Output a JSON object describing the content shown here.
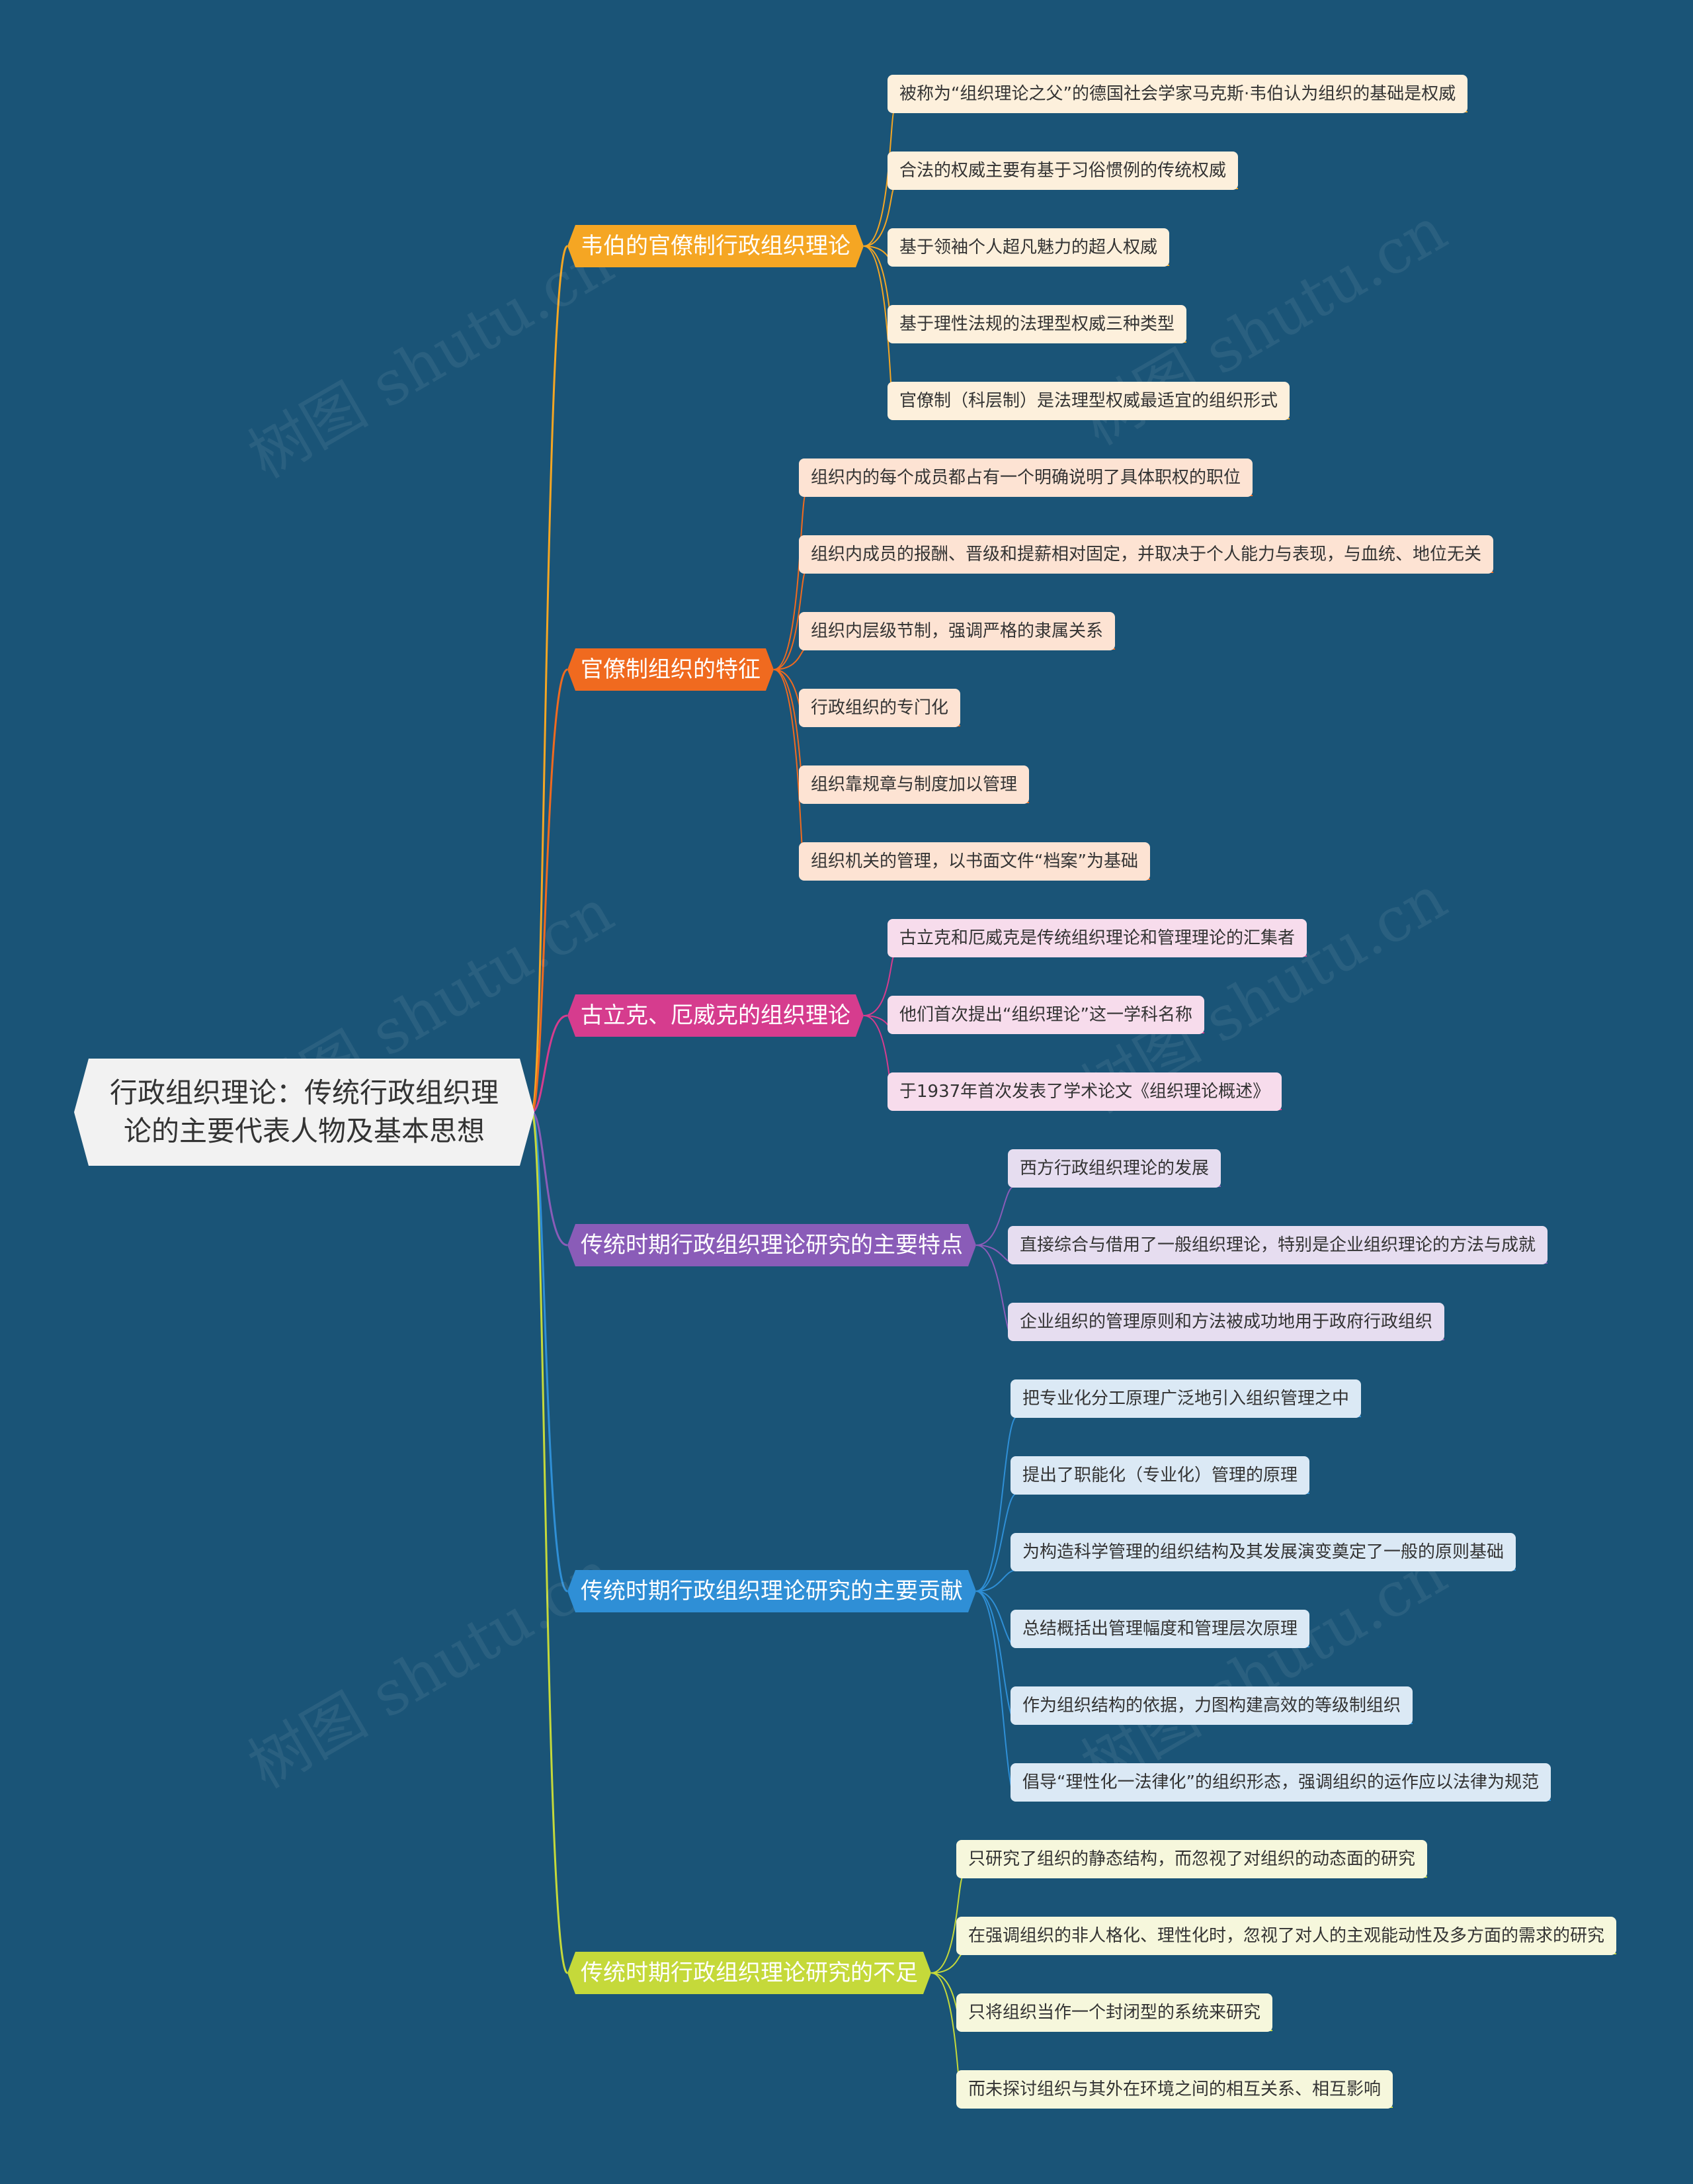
{
  "root": {
    "title": "行政组织理论：传统行政组织理论的主要代表人物及基本思想"
  },
  "watermark": "树图 shutu.cn",
  "branches": [
    {
      "label": "韦伯的官僚制行政组织理论",
      "color": "#f5a623",
      "leaf_bg": "#fdf0dc",
      "leaves": [
        "被称为“组织理论之父”的德国社会学家马克斯·韦伯认为组织的基础是权威",
        "合法的权威主要有基于习俗惯例的传统权威",
        "基于领袖个人超凡魅力的超人权威",
        "基于理性法规的法理型权威三种类型",
        "官僚制（科层制）是法理型权威最适宜的组织形式"
      ]
    },
    {
      "label": "官僚制组织的特征",
      "color": "#f06a1f",
      "leaf_bg": "#fde3d3",
      "leaves": [
        "组织内的每个成员都占有一个明确说明了具体职权的职位",
        "组织内成员的报酬、晋级和提薪相对固定，并取决于个人能力与表现，与血统、地位无关",
        "组织内层级节制，强调严格的隶属关系",
        "行政组织的专门化",
        "组织靠规章与制度加以管理",
        "组织机关的管理，以书面文件“档案”为基础"
      ]
    },
    {
      "label": "古立克、厄威克的组织理论",
      "color": "#d63c8e",
      "leaf_bg": "#f7dcec",
      "leaves": [
        "古立克和厄威克是传统组织理论和管理理论的汇集者",
        "他们首次提出“组织理论”这一学科名称",
        "于1937年首次发表了学术论文《组织理论概述》"
      ]
    },
    {
      "label": "传统时期行政组织理论研究的主要特点",
      "color": "#8a5cb8",
      "leaf_bg": "#e6ddf0",
      "leaves": [
        "西方行政组织理论的发展",
        "直接综合与借用了一般组织理论，特别是企业组织理论的方法与成就",
        "企业组织的管理原则和方法被成功地用于政府行政组织"
      ]
    },
    {
      "label": "传统时期行政组织理论研究的主要贡献",
      "color": "#2f8fd6",
      "leaf_bg": "#dbe9f5",
      "leaves": [
        "把专业化分工原理广泛地引入组织管理之中",
        "提出了职能化（专业化）管理的原理",
        "为构造科学管理的组织结构及其发展演变奠定了一般的原则基础",
        "总结概括出管理幅度和管理层次原理",
        "作为组织结构的依据，力图构建高效的等级制组织",
        "倡导“理性化一法律化”的组织形态，强调组织的运作应以法律为规范"
      ]
    },
    {
      "label": "传统时期行政组织理论研究的不足",
      "color": "#c5d93a",
      "leaf_bg": "#f6f7dc",
      "leaves": [
        "只研究了组织的静态结构，而忽视了对组织的动态面的研究",
        "在强调组织的非人格化、理性化时，忽视了对人的主观能动性及多方面的需求的研究",
        "只将组织当作一个封闭型的系统来研究",
        "而未探讨组织与其外在环境之间的相互关系、相互影响"
      ]
    }
  ]
}
